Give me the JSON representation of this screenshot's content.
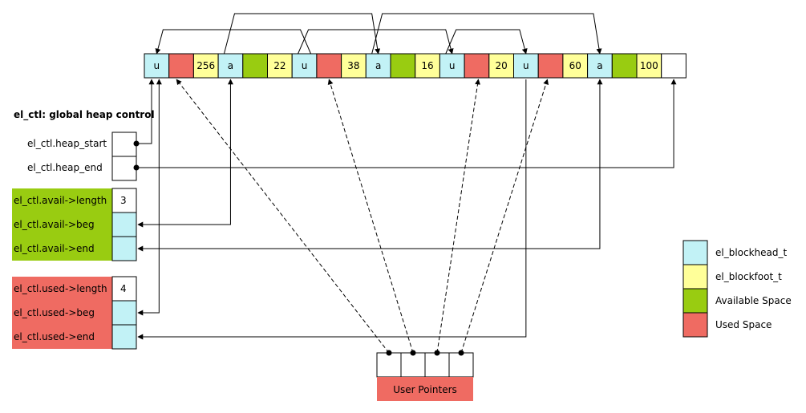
{
  "colors": {
    "head": "#c2f2f6",
    "foot": "#ffff99",
    "avail": "#99cc11",
    "used": "#ef6b62",
    "white": "#ffffff",
    "line": "#000000"
  },
  "heap_cells": [
    {
      "kind": "head",
      "label": "u"
    },
    {
      "kind": "used",
      "label": ""
    },
    {
      "kind": "foot",
      "label": "256"
    },
    {
      "kind": "head",
      "label": "a"
    },
    {
      "kind": "avail",
      "label": ""
    },
    {
      "kind": "foot",
      "label": "22"
    },
    {
      "kind": "head",
      "label": "u"
    },
    {
      "kind": "used",
      "label": ""
    },
    {
      "kind": "foot",
      "label": "38"
    },
    {
      "kind": "head",
      "label": "a"
    },
    {
      "kind": "avail",
      "label": ""
    },
    {
      "kind": "foot",
      "label": "16"
    },
    {
      "kind": "head",
      "label": "u"
    },
    {
      "kind": "used",
      "label": ""
    },
    {
      "kind": "foot",
      "label": "20"
    },
    {
      "kind": "head",
      "label": "u"
    },
    {
      "kind": "used",
      "label": ""
    },
    {
      "kind": "foot",
      "label": "60"
    },
    {
      "kind": "head",
      "label": "a"
    },
    {
      "kind": "avail",
      "label": ""
    },
    {
      "kind": "foot",
      "label": "100"
    },
    {
      "kind": "white",
      "label": ""
    }
  ],
  "control": {
    "title": "el_ctl: global heap control",
    "heap_start_label": "el_ctl.heap_start",
    "heap_end_label": "el_ctl.heap_end",
    "avail_length_label": "el_ctl.avail->length",
    "avail_length_value": "3",
    "avail_beg_label": "el_ctl.avail->beg",
    "avail_end_label": "el_ctl.avail->end",
    "used_length_label": "el_ctl.used->length",
    "used_length_value": "4",
    "used_beg_label": "el_ctl.used->beg",
    "used_end_label": "el_ctl.used->end"
  },
  "user_pointers": {
    "label": "User Pointers",
    "count": 4
  },
  "legend": [
    {
      "kind": "head",
      "label": "el_blockhead_t"
    },
    {
      "kind": "foot",
      "label": "el_blockfoot_t"
    },
    {
      "kind": "avail",
      "label": "Available Space"
    },
    {
      "kind": "used",
      "label": "Used Space"
    }
  ]
}
